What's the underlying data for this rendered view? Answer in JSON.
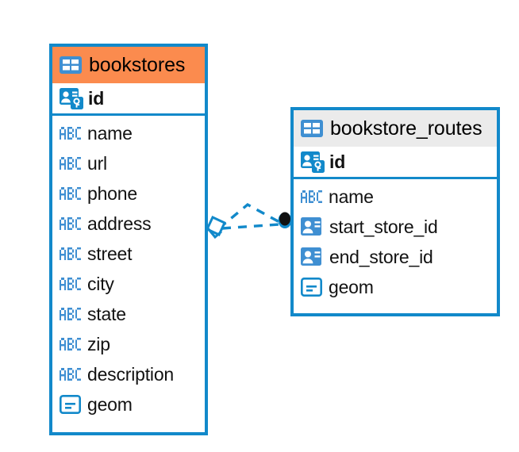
{
  "diagram": {
    "type": "entity-relationship-diagram",
    "background": "#ffffff",
    "accent_color": "#1289ca",
    "highlight_color": "#fb8b4e",
    "header_grey": "#ebebeb"
  },
  "entities": [
    {
      "name": "bookstores",
      "header_style": "orange",
      "table_icon": "table-icon",
      "primary_key": {
        "label": "id",
        "icon": "primary-key-icon"
      },
      "fields": [
        {
          "label": "name",
          "icon": "abc-text-icon"
        },
        {
          "label": "url",
          "icon": "abc-text-icon"
        },
        {
          "label": "phone",
          "icon": "abc-text-icon"
        },
        {
          "label": "address",
          "icon": "abc-text-icon"
        },
        {
          "label": "street",
          "icon": "abc-text-icon"
        },
        {
          "label": "city",
          "icon": "abc-text-icon"
        },
        {
          "label": "state",
          "icon": "abc-text-icon"
        },
        {
          "label": "zip",
          "icon": "abc-text-icon"
        },
        {
          "label": "description",
          "icon": "abc-text-icon"
        },
        {
          "label": "geom",
          "icon": "geometry-icon"
        }
      ]
    },
    {
      "name": "bookstore_routes",
      "header_style": "grey",
      "table_icon": "table-icon",
      "primary_key": {
        "label": "id",
        "icon": "primary-key-icon"
      },
      "fields": [
        {
          "label": "name",
          "icon": "abc-text-icon"
        },
        {
          "label": "start_store_id",
          "icon": "foreign-key-icon"
        },
        {
          "label": "end_store_id",
          "icon": "foreign-key-icon"
        },
        {
          "label": "geom",
          "icon": "geometry-icon"
        }
      ]
    }
  ],
  "relationship": {
    "source_entity": "bookstores",
    "target_entity": "bookstore_routes",
    "source_marker": "diamond-marker",
    "target_marker": "filled-circle-marker",
    "line_style": "dashed",
    "line_color": "#1289ca",
    "branch_count": 2
  }
}
